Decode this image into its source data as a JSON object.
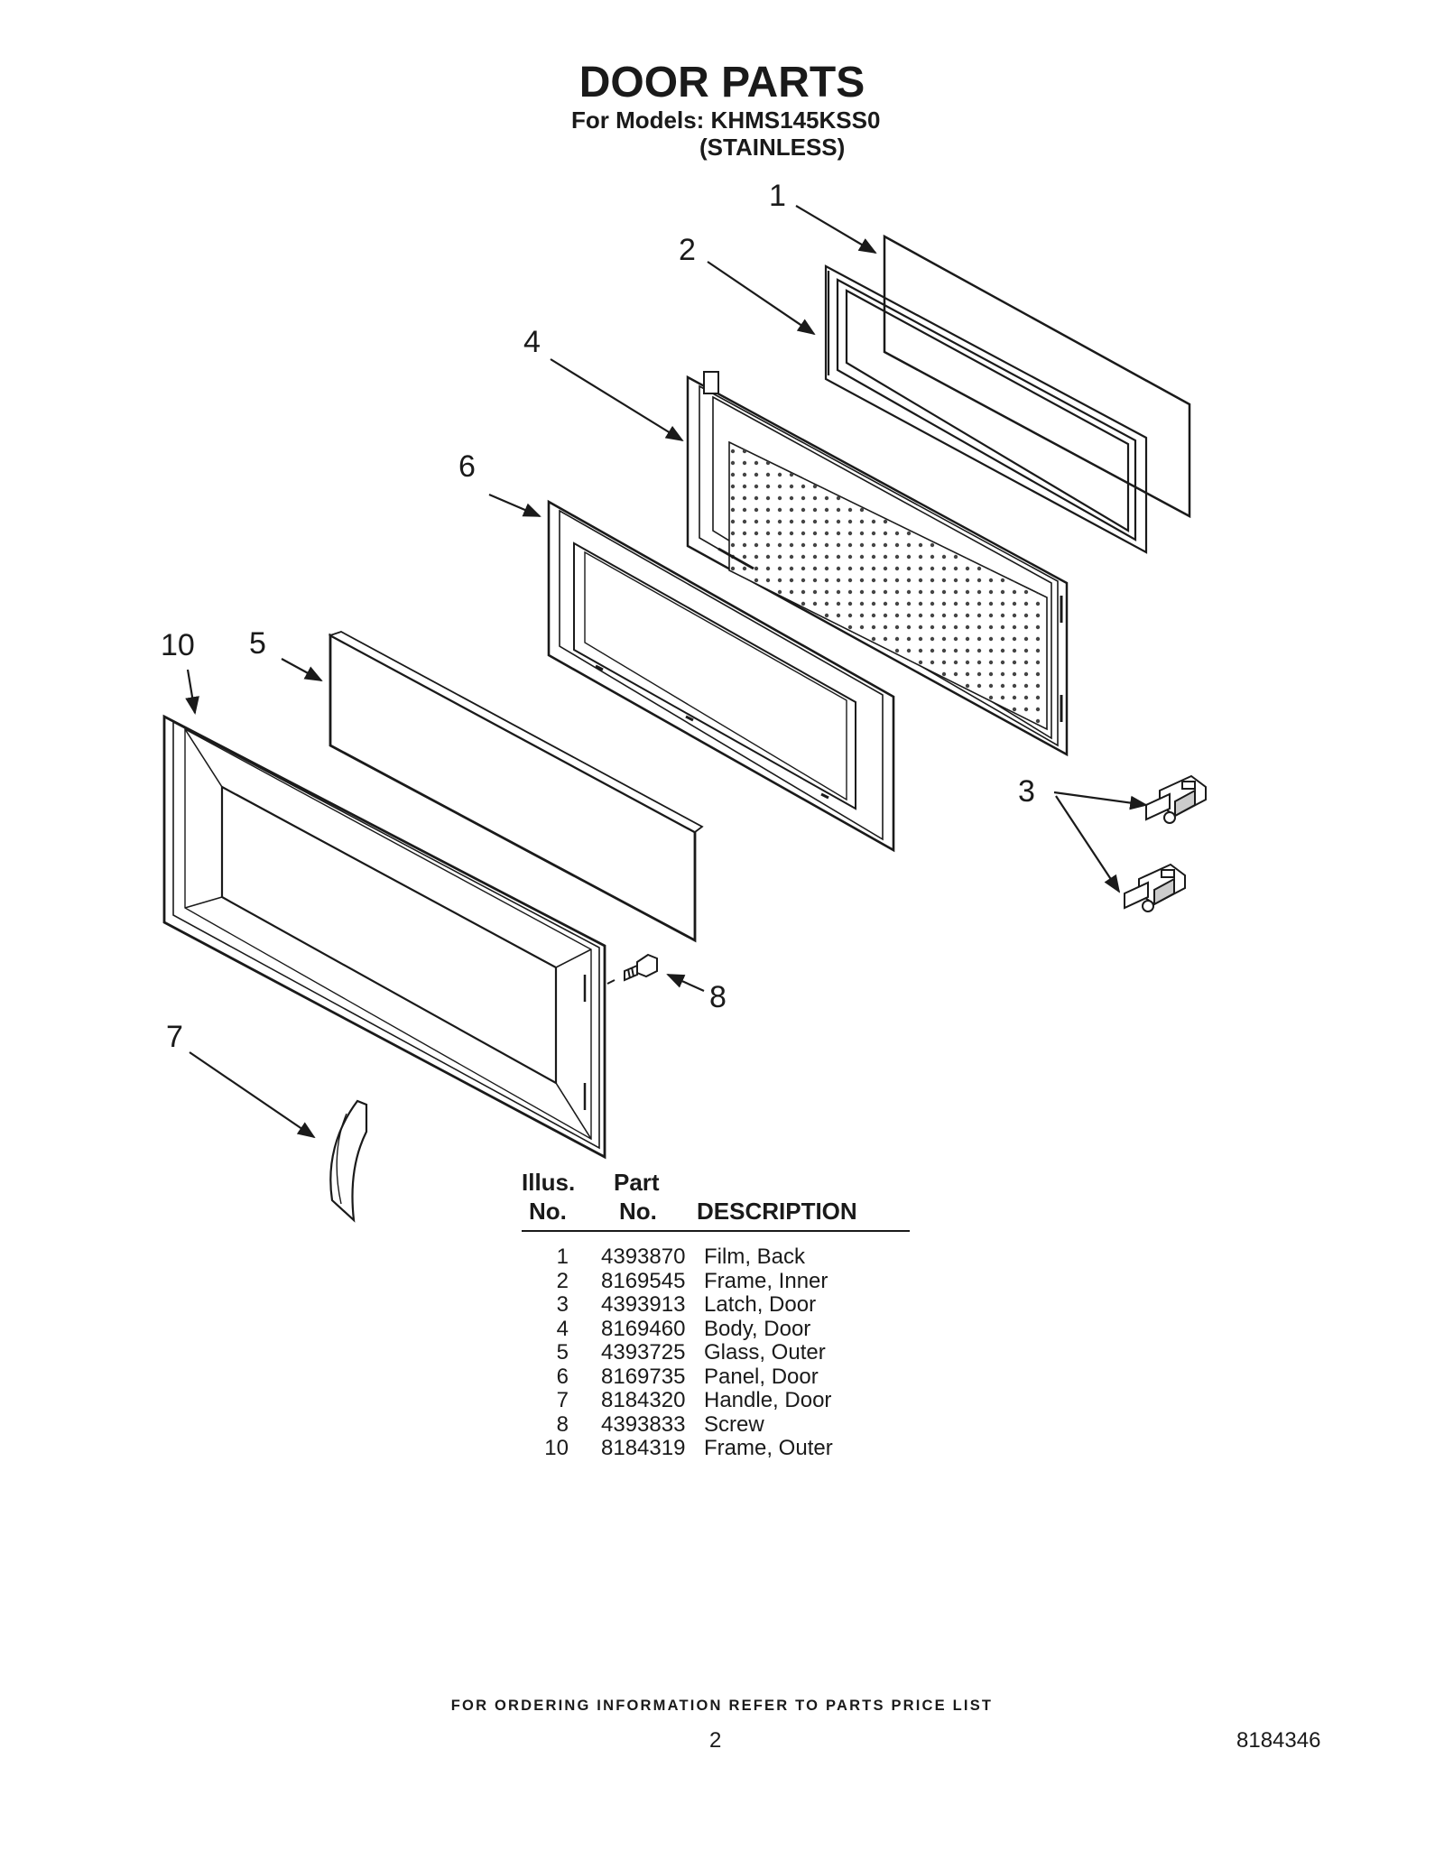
{
  "header": {
    "title": "DOOR PARTS",
    "models_label": "For Models: KHMS145KSS0",
    "models_variant": "(STAINLESS)"
  },
  "diagram": {
    "callouts": [
      "1",
      "2",
      "3",
      "4",
      "5",
      "6",
      "7",
      "8",
      "10"
    ]
  },
  "table": {
    "headers": {
      "illus_line1": "Illus.",
      "illus_line2": "No.",
      "part_line1": "Part",
      "part_line2": "No.",
      "description": "DESCRIPTION"
    },
    "rows": [
      {
        "illus": "1",
        "part": "4393870",
        "desc": "Film, Back"
      },
      {
        "illus": "2",
        "part": "8169545",
        "desc": "Frame, Inner"
      },
      {
        "illus": "3",
        "part": "4393913",
        "desc": "Latch, Door"
      },
      {
        "illus": "4",
        "part": "8169460",
        "desc": "Body, Door"
      },
      {
        "illus": "5",
        "part": "4393725",
        "desc": "Glass, Outer"
      },
      {
        "illus": "6",
        "part": "8169735",
        "desc": "Panel, Door"
      },
      {
        "illus": "7",
        "part": "8184320",
        "desc": "Handle, Door"
      },
      {
        "illus": "8",
        "part": "4393833",
        "desc": "Screw"
      },
      {
        "illus": "10",
        "part": "8184319",
        "desc": "Frame, Outer"
      }
    ]
  },
  "footer": {
    "note": "FOR ORDERING INFORMATION REFER TO PARTS PRICE LIST",
    "page": "2",
    "doc_number": "8184346"
  }
}
